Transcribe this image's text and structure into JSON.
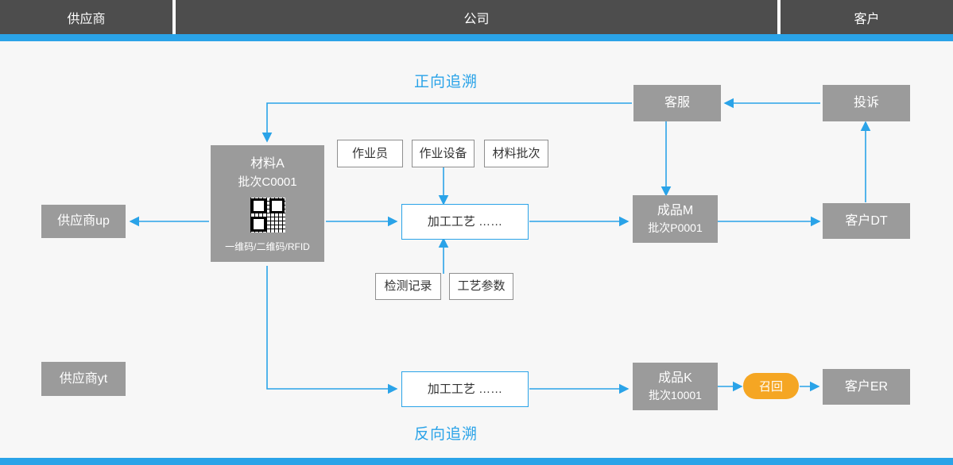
{
  "header": {
    "columns": [
      {
        "label": "供应商"
      },
      {
        "label": "公司"
      },
      {
        "label": "客户"
      }
    ]
  },
  "labels": {
    "forward": "正向追溯",
    "reverse": "反向追溯"
  },
  "colors": {
    "accent": "#2aa3e8",
    "header_bg": "#4d4d4d",
    "node_gray": "#9b9b9b",
    "recall_orange": "#f5a623",
    "canvas_bg": "#f7f7f7"
  },
  "nodes": {
    "supplier_up": {
      "label": "供应商up"
    },
    "supplier_yt": {
      "label": "供应商yt"
    },
    "material": {
      "name": "材料A",
      "batch": "批次C0001",
      "codes": "一维码/二维码/RFID",
      "qr_icon": "qr-code-icon"
    },
    "operator": {
      "label": "作业员"
    },
    "equipment": {
      "label": "作业设备"
    },
    "material_batch": {
      "label": "材料批次"
    },
    "inspection_record": {
      "label": "检测记录"
    },
    "process_params": {
      "label": "工艺参数"
    },
    "process_top": {
      "label": "加工工艺  ……"
    },
    "process_bottom": {
      "label": "加工工艺  ……"
    },
    "product_m": {
      "name": "成品M",
      "batch": "批次P0001"
    },
    "product_k": {
      "name": "成品K",
      "batch": "批次10001"
    },
    "customer_service": {
      "label": "客服"
    },
    "complaint": {
      "label": "投诉"
    },
    "customer_dt": {
      "label": "客户DT"
    },
    "customer_er": {
      "label": "客户ER"
    },
    "recall": {
      "label": "召回"
    }
  }
}
